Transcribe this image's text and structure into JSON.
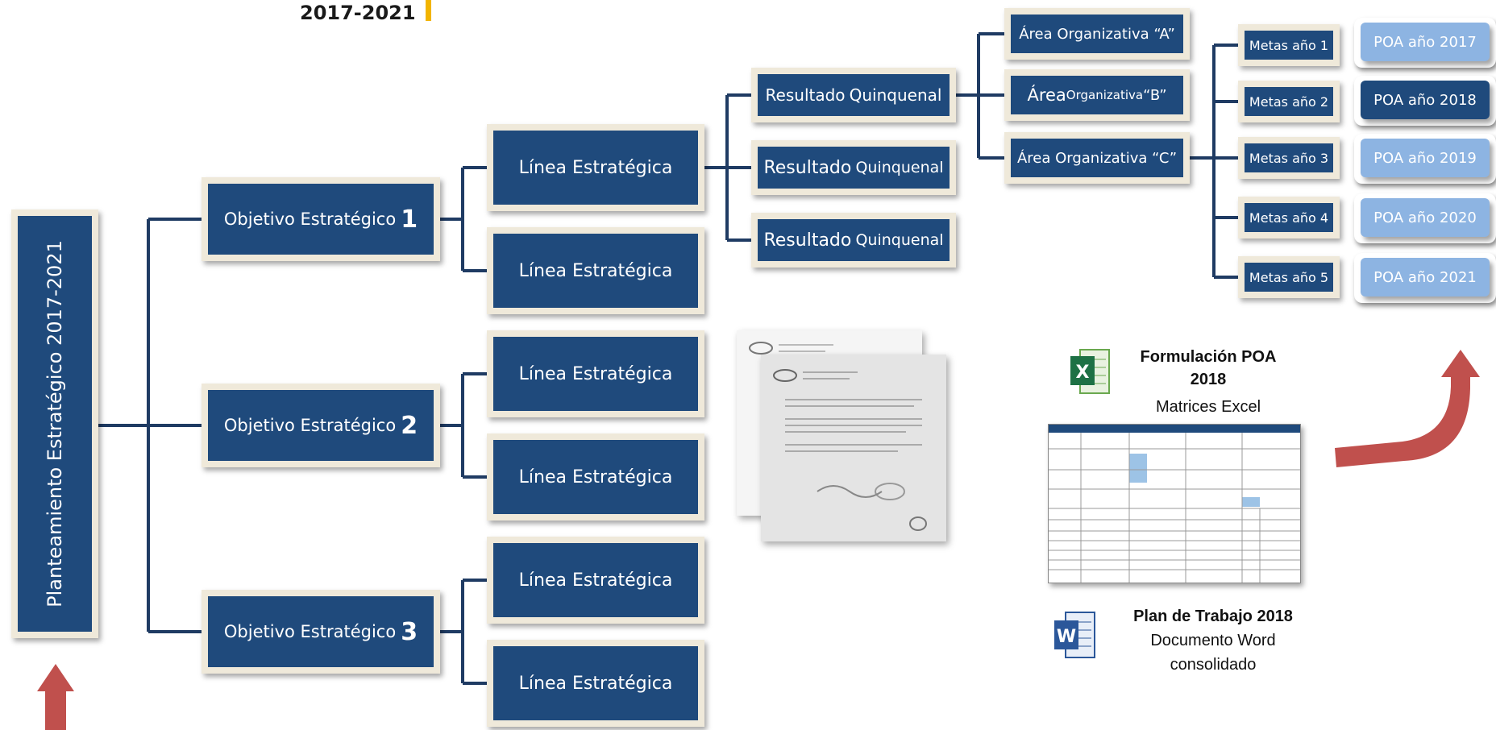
{
  "header": {
    "period": "2017-2021"
  },
  "root": {
    "label": "Planteamiento Estratégico  2017-2021"
  },
  "objectives": [
    {
      "label": "Objetivo Estratégico",
      "number": "1"
    },
    {
      "label": "Objetivo Estratégico",
      "number": "2"
    },
    {
      "label": "Objetivo Estratégico",
      "number": "3"
    }
  ],
  "lines": [
    "Línea Estratégica",
    "Línea Estratégica",
    "Línea Estratégica",
    "Línea Estratégica",
    "Línea Estratégica",
    "Línea Estratégica"
  ],
  "results": [
    {
      "a": "Resultado",
      "b": "Quinquenal"
    },
    {
      "a": "Resultado",
      "b": "Quinquenal"
    },
    {
      "a": "Resultado",
      "b": "Quinquenal"
    }
  ],
  "areas": [
    {
      "a": "Área Organizativa “A”",
      "b": ""
    },
    {
      "a": "Área",
      "b": " Organizativa",
      "c": " “B”"
    },
    {
      "a": "Área Organizativa “C”",
      "b": ""
    }
  ],
  "metas": [
    "Metas año  1",
    "Metas año 2",
    "Metas año 3",
    "Metas año  4",
    "Metas año  5"
  ],
  "poa": [
    {
      "label": "POA año 2017",
      "style": "light"
    },
    {
      "label": "POA año 2018",
      "style": "dark"
    },
    {
      "label": "POA año 2019",
      "style": "light"
    },
    {
      "label": "POA año 2020",
      "style": "light"
    },
    {
      "label": "POA año 2021",
      "style": "light"
    }
  ],
  "excel": {
    "title_1": "Formulación POA",
    "title_2": "2018",
    "subtitle": "Matrices  Excel",
    "icon": "excel-icon"
  },
  "word": {
    "title": "Plan de Trabajo 2018",
    "line_1": "Documento Word",
    "line_2": "consolidado",
    "icon": "word-icon"
  },
  "colors": {
    "box": "#1f4a7c",
    "box_border": "#efe9da",
    "poa_light": "#8db4e2",
    "arrow": "#c0504d",
    "accent": "#f2b400"
  }
}
